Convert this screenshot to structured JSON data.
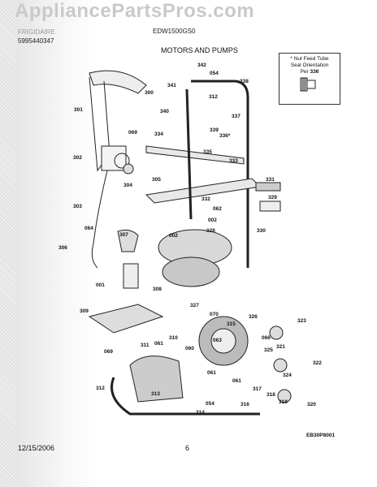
{
  "watermark": "AppliancePartsPros.com",
  "header": {
    "brand_line": "FRIGIDAIRE",
    "part_no": "5995440347",
    "model": "EDW1500GS0"
  },
  "section_title": "MOTORS AND PUMPS",
  "note": {
    "line1": "* Nut Feed Tube",
    "line2": "Seal Orientation",
    "line3": "Per",
    "ref": "336"
  },
  "callouts": [
    {
      "id": "c342",
      "text": "342"
    },
    {
      "id": "c054a",
      "text": "054"
    },
    {
      "id": "c338",
      "text": "338"
    },
    {
      "id": "c300",
      "text": "300"
    },
    {
      "id": "c341",
      "text": "341"
    },
    {
      "id": "c312a",
      "text": "312"
    },
    {
      "id": "c340",
      "text": "340"
    },
    {
      "id": "c301",
      "text": "301"
    },
    {
      "id": "c337",
      "text": "337"
    },
    {
      "id": "c339",
      "text": "339"
    },
    {
      "id": "c336",
      "text": "336*"
    },
    {
      "id": "c069a",
      "text": "069"
    },
    {
      "id": "c334",
      "text": "334"
    },
    {
      "id": "c335",
      "text": "335"
    },
    {
      "id": "c302",
      "text": "302"
    },
    {
      "id": "c333",
      "text": "333"
    },
    {
      "id": "c304",
      "text": "304"
    },
    {
      "id": "c305",
      "text": "305"
    },
    {
      "id": "c331",
      "text": "331"
    },
    {
      "id": "c303",
      "text": "303"
    },
    {
      "id": "c332",
      "text": "332"
    },
    {
      "id": "c062",
      "text": "062"
    },
    {
      "id": "c329",
      "text": "329"
    },
    {
      "id": "c002a",
      "text": "002"
    },
    {
      "id": "c064",
      "text": "064"
    },
    {
      "id": "c002b",
      "text": "002"
    },
    {
      "id": "c328",
      "text": "328"
    },
    {
      "id": "c330",
      "text": "330"
    },
    {
      "id": "c307",
      "text": "307"
    },
    {
      "id": "c306",
      "text": "306"
    },
    {
      "id": "c001",
      "text": "001"
    },
    {
      "id": "c308",
      "text": "308"
    },
    {
      "id": "c327",
      "text": "327"
    },
    {
      "id": "c309",
      "text": "309"
    },
    {
      "id": "c070",
      "text": "070"
    },
    {
      "id": "c315",
      "text": "315"
    },
    {
      "id": "c326",
      "text": "326"
    },
    {
      "id": "c323",
      "text": "323"
    },
    {
      "id": "c063",
      "text": "063"
    },
    {
      "id": "c066",
      "text": "066"
    },
    {
      "id": "c310",
      "text": "310"
    },
    {
      "id": "c061a",
      "text": "061"
    },
    {
      "id": "c060",
      "text": "060"
    },
    {
      "id": "c311",
      "text": "311"
    },
    {
      "id": "c069b",
      "text": "069"
    },
    {
      "id": "c325",
      "text": "325"
    },
    {
      "id": "c321",
      "text": "321"
    },
    {
      "id": "c322",
      "text": "322"
    },
    {
      "id": "c324",
      "text": "324"
    },
    {
      "id": "c312b",
      "text": "312"
    },
    {
      "id": "c313",
      "text": "313"
    },
    {
      "id": "c061b",
      "text": "061"
    },
    {
      "id": "c061c",
      "text": "061"
    },
    {
      "id": "c317",
      "text": "317"
    },
    {
      "id": "c318",
      "text": "318"
    },
    {
      "id": "c319",
      "text": "319"
    },
    {
      "id": "c320",
      "text": "320"
    },
    {
      "id": "c054b",
      "text": "054"
    },
    {
      "id": "c314",
      "text": "314"
    },
    {
      "id": "c316",
      "text": "316"
    }
  ],
  "figure_code": "EB30P8001",
  "footer": {
    "date": "12/15/2006",
    "page": "6"
  }
}
